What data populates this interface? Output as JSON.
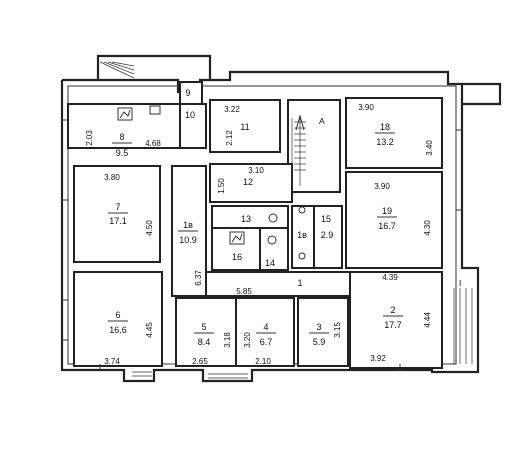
{
  "plan": {
    "marks": {
      "a": "А",
      "i": "I"
    },
    "rooms": [
      {
        "id": "r8",
        "number": "8",
        "area": "9.5"
      },
      {
        "id": "r9",
        "number": "9",
        "area": ""
      },
      {
        "id": "r10",
        "number": "10",
        "area": ""
      },
      {
        "id": "r11",
        "number": "11",
        "area": ""
      },
      {
        "id": "r12",
        "number": "12",
        "area": ""
      },
      {
        "id": "r13",
        "number": "13",
        "area": ""
      },
      {
        "id": "r14",
        "number": "14",
        "area": ""
      },
      {
        "id": "r15",
        "number": "15",
        "area": ""
      },
      {
        "id": "r16",
        "number": "16",
        "area": ""
      },
      {
        "id": "r18",
        "number": "18",
        "area": "13.2"
      },
      {
        "id": "r7",
        "number": "7",
        "area": "17.1"
      },
      {
        "id": "r1a",
        "number": "1в",
        "area": "10.9"
      },
      {
        "id": "r1b",
        "number": "1в",
        "area": "2.9"
      },
      {
        "id": "r19",
        "number": "19",
        "area": "16.7"
      },
      {
        "id": "r1",
        "number": "1",
        "area": ""
      },
      {
        "id": "r6",
        "number": "6",
        "area": "16.6"
      },
      {
        "id": "r5",
        "number": "5",
        "area": "8.4"
      },
      {
        "id": "r4",
        "number": "4",
        "area": "6.7"
      },
      {
        "id": "r3",
        "number": "3",
        "area": "5.9"
      },
      {
        "id": "r2",
        "number": "2",
        "area": "17.7"
      }
    ],
    "dimensions": [
      "2.03",
      "4.68",
      "3.22",
      "2.12",
      "3.90",
      "3.40",
      "3.10",
      "1.50",
      "3.80",
      "4.50",
      "3.90",
      "4.30",
      "6.37",
      "4.39",
      "5.85",
      "4.44",
      "4.45",
      "3.18",
      "3.20",
      "3.15",
      "3.74",
      "2.65",
      "2.10",
      "3.92"
    ]
  }
}
